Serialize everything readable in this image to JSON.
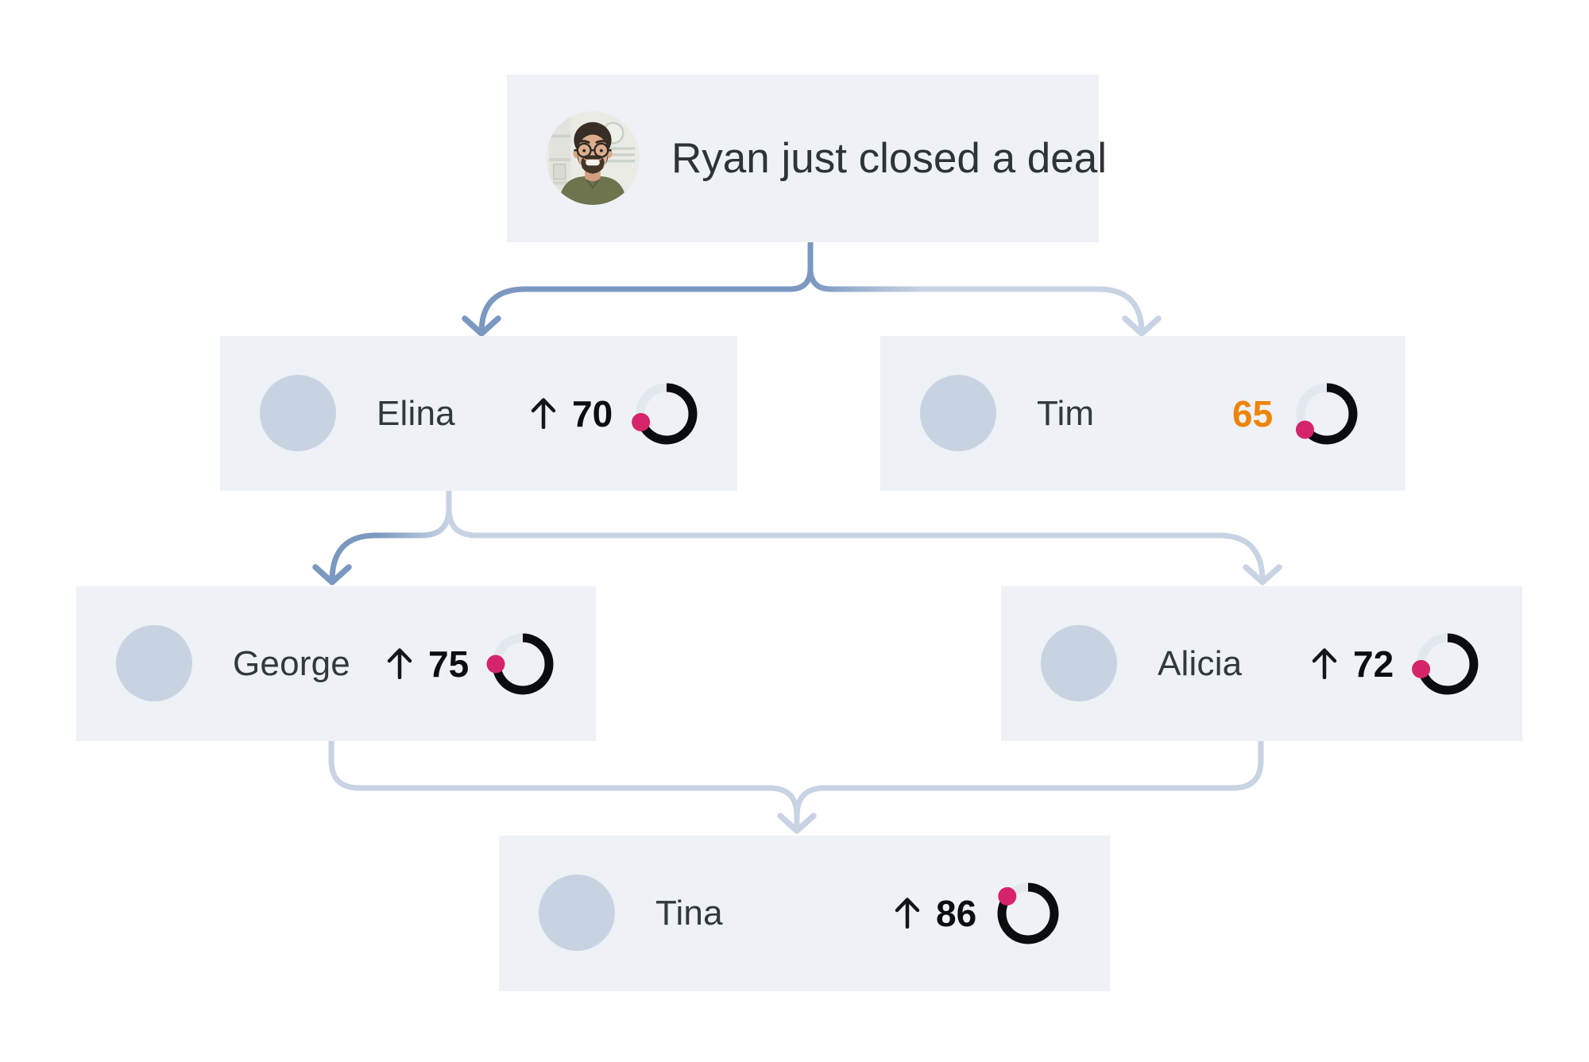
{
  "colors": {
    "card_bg": "#eef1f6",
    "avatar_bg": "#c8d3e2",
    "name_text": "#33383d",
    "score_text": "#0b0e11",
    "score_warning": "#ee8408",
    "ring_track": "#e3e8ef",
    "ring_arc": "#0a0c0f",
    "ring_dot": "#d6246b",
    "link_strong": "#7b98c0",
    "link_soft": "#c8d3e3"
  },
  "root": {
    "title": "Ryan just closed a deal",
    "avatar": "ryan-photo"
  },
  "nodes": [
    {
      "key": "elina",
      "name": "Elina",
      "score": 70,
      "trend": "up",
      "tone": "default"
    },
    {
      "key": "tim",
      "name": "Tim",
      "score": 65,
      "trend": "none",
      "tone": "warning"
    },
    {
      "key": "george",
      "name": "George",
      "score": 75,
      "trend": "up",
      "tone": "default"
    },
    {
      "key": "alicia",
      "name": "Alicia",
      "score": 72,
      "trend": "up",
      "tone": "default"
    },
    {
      "key": "tina",
      "name": "Tina",
      "score": 86,
      "trend": "up",
      "tone": "default"
    }
  ],
  "gauge": {
    "max": 100
  }
}
